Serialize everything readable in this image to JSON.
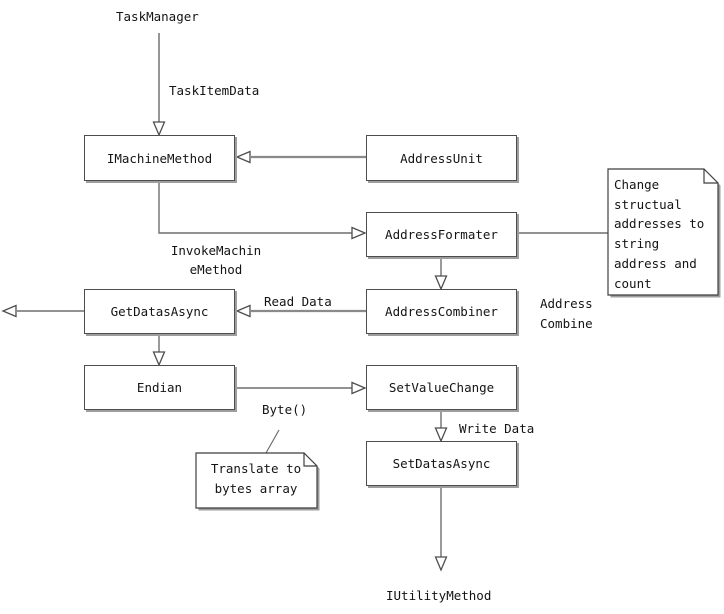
{
  "diagram": {
    "source_label": "TaskManager",
    "sink_label": "IUtilityMethod",
    "boxes": {
      "imachine_method": "IMachineMethod",
      "address_unit": "AddressUnit",
      "address_formater": "AddressFormater",
      "address_combiner": "AddressCombiner",
      "get_datas_async": "GetDatasAsync",
      "endian": "Endian",
      "set_value_change": "SetValueChange",
      "set_datas_async": "SetDatasAsync"
    },
    "edge_labels": {
      "task_item_data": "TaskItemData",
      "invoke_machine_method": "InvokeMachin\neMethod",
      "read_data": "Read Data",
      "address_combine": "Address\nCombine",
      "byte_call": "Byte()",
      "write_data": "Write Data"
    },
    "notes": {
      "change_structural": "Change\nstructual\naddresses to\nstring\naddress and\ncount",
      "translate_bytes": "Translate to\nbytes array"
    },
    "colors": {
      "background": "#ffffff",
      "box_border": "#4d4d4d",
      "shadow": "#9e9e9e",
      "connector": "#6e6e6e",
      "connector_gray": "#8a8a8a",
      "text": "#141414"
    }
  }
}
